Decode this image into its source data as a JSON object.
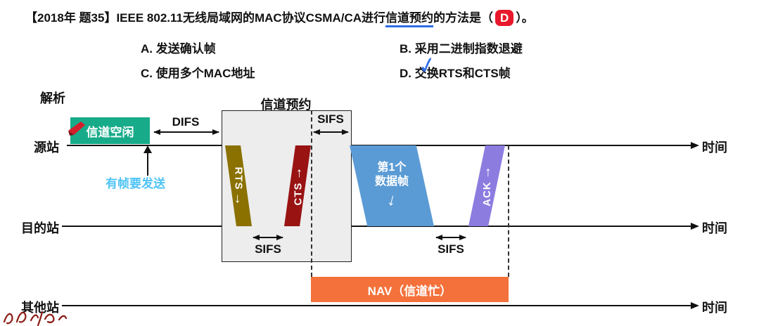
{
  "colors": {
    "green": "#18ab8a",
    "olive": "#8a7100",
    "darkred": "#991313",
    "blue": "#5b9bd5",
    "purple": "#8d7ce0",
    "orange": "#f4713b",
    "note": "#4ec3f5",
    "mark": "#2e6de4",
    "badge": "#e8192c"
  },
  "icons": {
    "check": "✓",
    "arrow": "→",
    "down_arrow": "↓"
  },
  "question": {
    "prefix": "【2018年 题35】IEEE 802.11无线局域网的MAC协议CSMA/CA进行",
    "underlined": "信道预约",
    "middle": "的方法是（",
    "badge": "D",
    "suffix": "）。",
    "option_a": "A. 发送确认帧",
    "option_b": "B. 采用二进制指数退避",
    "option_c": "C. 使用多个MAC地址",
    "option_d": "D. 交换RTS和CTS帧"
  },
  "analysis": "解析",
  "diagram": {
    "title": "信道预约",
    "rows": {
      "source": "源站",
      "dest": "目的站",
      "other": "其他站"
    },
    "time": "时间",
    "idle": "信道空闲",
    "difs": "DIFS",
    "sifs_top": "SIFS",
    "sifs_mid": "SIFS",
    "sifs_right": "SIFS",
    "rts": "RTS",
    "cts": "CTS",
    "ack": "ACK",
    "data_frame": {
      "line1": "第1个",
      "line2": "数据帧"
    },
    "nav": "NAV（信道忙）",
    "note": "有帧要发送"
  }
}
